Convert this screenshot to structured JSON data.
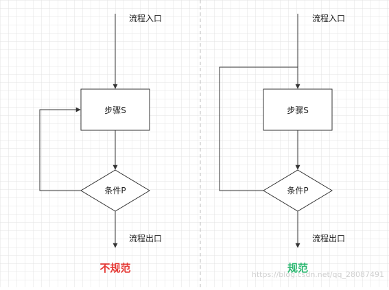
{
  "left": {
    "entry_label": "流程入口",
    "step_label": "步骤S",
    "condition_label": "条件P",
    "exit_label": "流程出口",
    "verdict": "不规范"
  },
  "right": {
    "entry_label": "流程入口",
    "step_label": "步骤S",
    "condition_label": "条件P",
    "exit_label": "流程出口",
    "verdict": "规范"
  },
  "watermark": "https://blog.csdn.net/qq_28087491",
  "colors": {
    "grid": "#e3e3e3",
    "stroke": "#333333",
    "divider": "#bdbdbd",
    "bad": "#e53935",
    "good": "#2eb872",
    "watermark": "#cfcfcf"
  }
}
